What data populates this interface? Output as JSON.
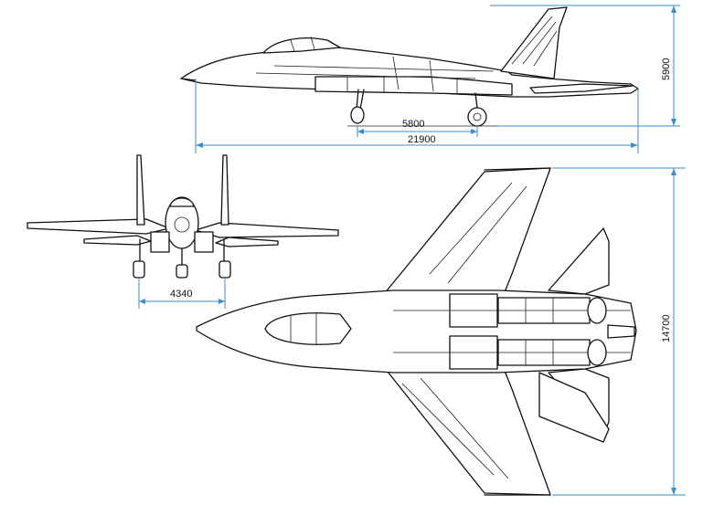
{
  "dimensions": {
    "length": "21900",
    "height": "5900",
    "wheelbase": "5800",
    "wingspan": "14700",
    "track": "4340"
  },
  "colors": {
    "dimension_line": "#3a8fd0",
    "ink": "#111111"
  }
}
